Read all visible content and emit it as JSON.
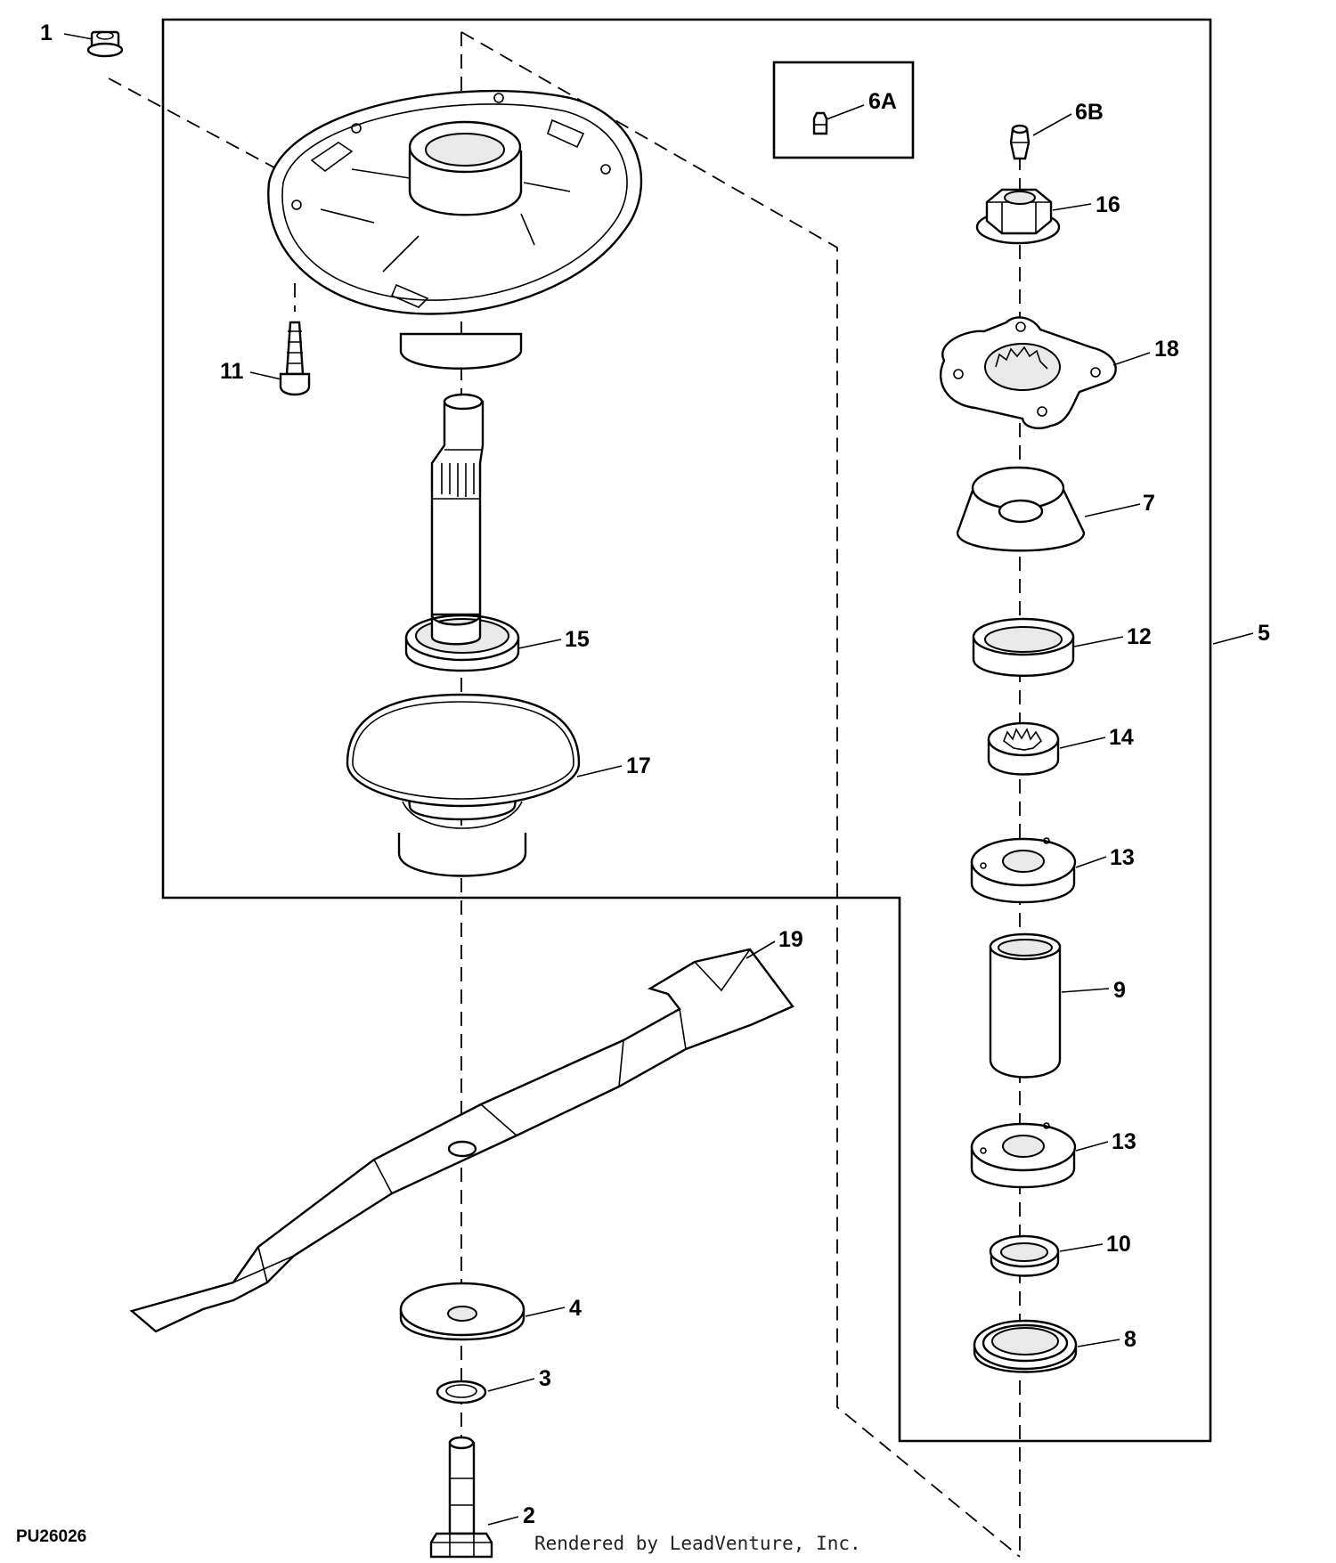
{
  "figure_id": "PU26026",
  "footer": "Rendered by LeadVenture, Inc.",
  "callouts": {
    "c1": "1",
    "c2": "2",
    "c3": "3",
    "c4": "4",
    "c5": "5",
    "c6a": "6A",
    "c6b": "6B",
    "c7": "7",
    "c8": "8",
    "c9": "9",
    "c10": "10",
    "c11": "11",
    "c12": "12",
    "c13a": "13",
    "c13b": "13",
    "c14": "14",
    "c15": "15",
    "c16": "16",
    "c17": "17",
    "c18": "18",
    "c19": "19"
  }
}
